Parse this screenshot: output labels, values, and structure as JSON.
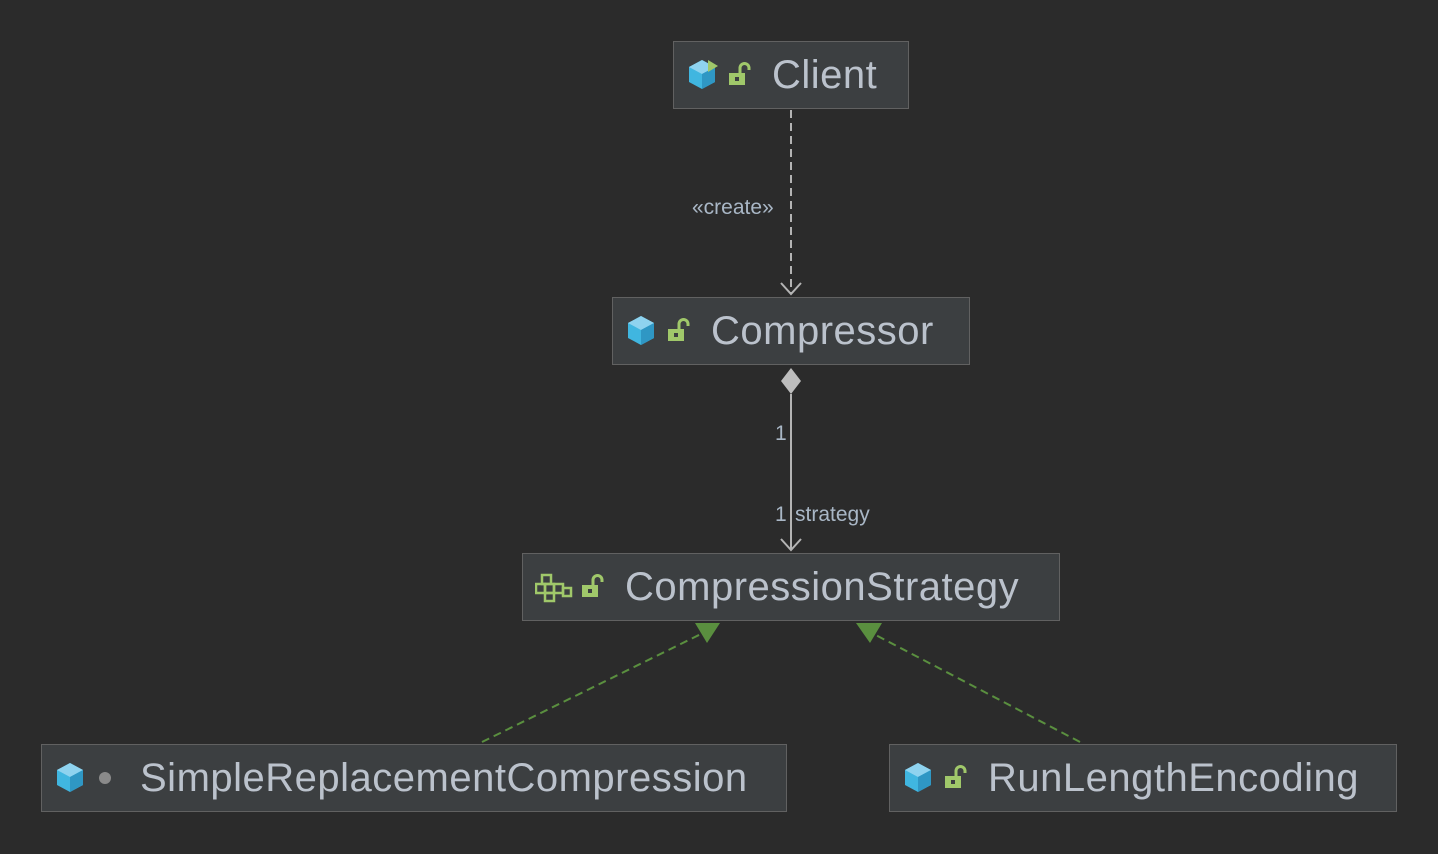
{
  "diagram": {
    "nodes": {
      "client": {
        "name": "Client",
        "kind_icon": "class-runnable-icon",
        "visibility_icon": "public-lock-icon"
      },
      "compressor": {
        "name": "Compressor",
        "kind_icon": "class-icon",
        "visibility_icon": "public-lock-icon"
      },
      "compression_strategy": {
        "name": "CompressionStrategy",
        "kind_icon": "interface-icon",
        "visibility_icon": "public-lock-icon"
      },
      "simple_replacement": {
        "name": "SimpleReplacementCompression",
        "kind_icon": "class-icon",
        "visibility_icon": "package-private-dot-icon"
      },
      "run_length": {
        "name": "RunLengthEncoding",
        "kind_icon": "class-icon",
        "visibility_icon": "public-lock-icon"
      }
    },
    "edges": {
      "create": {
        "from": "Client",
        "to": "Compressor",
        "type": "dependency",
        "stereotype": "«create»"
      },
      "composition": {
        "from": "Compressor",
        "to": "CompressionStrategy",
        "type": "composition",
        "source_multiplicity": "1",
        "target_multiplicity": "1",
        "role": "strategy"
      },
      "realization_1": {
        "from": "SimpleReplacementCompression",
        "to": "CompressionStrategy",
        "type": "realization"
      },
      "realization_2": {
        "from": "RunLengthEncoding",
        "to": "CompressionStrategy",
        "type": "realization"
      }
    },
    "colors": {
      "background": "#2b2b2b",
      "node_fill": "#3c3f41",
      "node_border": "#616161",
      "text": "#bbc2cc",
      "edge": "#b4b4b4",
      "realization": "#5a8f3f",
      "class_icon": "#40b6e0",
      "lock_icon": "#a0c86a"
    }
  }
}
